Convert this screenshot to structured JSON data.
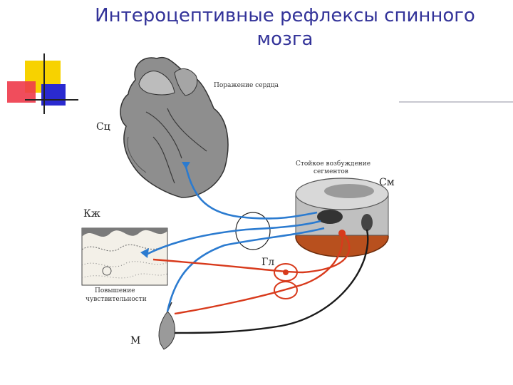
{
  "slide": {
    "title": "Интероцептивные рефлексы спинного мозга",
    "title_color": "#333399"
  },
  "figure": {
    "heart_label": "Сц",
    "heart_caption": "Поражение сердца",
    "cord_label": "См",
    "cord_caption_line1": "Стойкое возбуждение",
    "cord_caption_line2": "сегментов",
    "skin_label": "Кж",
    "skin_caption_line1": "Повышение",
    "skin_caption_line2": "чувствительности",
    "ganglion_label": "Гл",
    "muscle_label": "М",
    "colors": {
      "blue_fiber": "#2b7bd0",
      "red_fiber": "#d83a1c",
      "black_fiber": "#1a1a1a",
      "cord_brown": "#b8501e"
    }
  },
  "decoration": {
    "colors": [
      "#f7d200",
      "#ee2a3a",
      "#2a2ad0",
      "#222222"
    ]
  }
}
